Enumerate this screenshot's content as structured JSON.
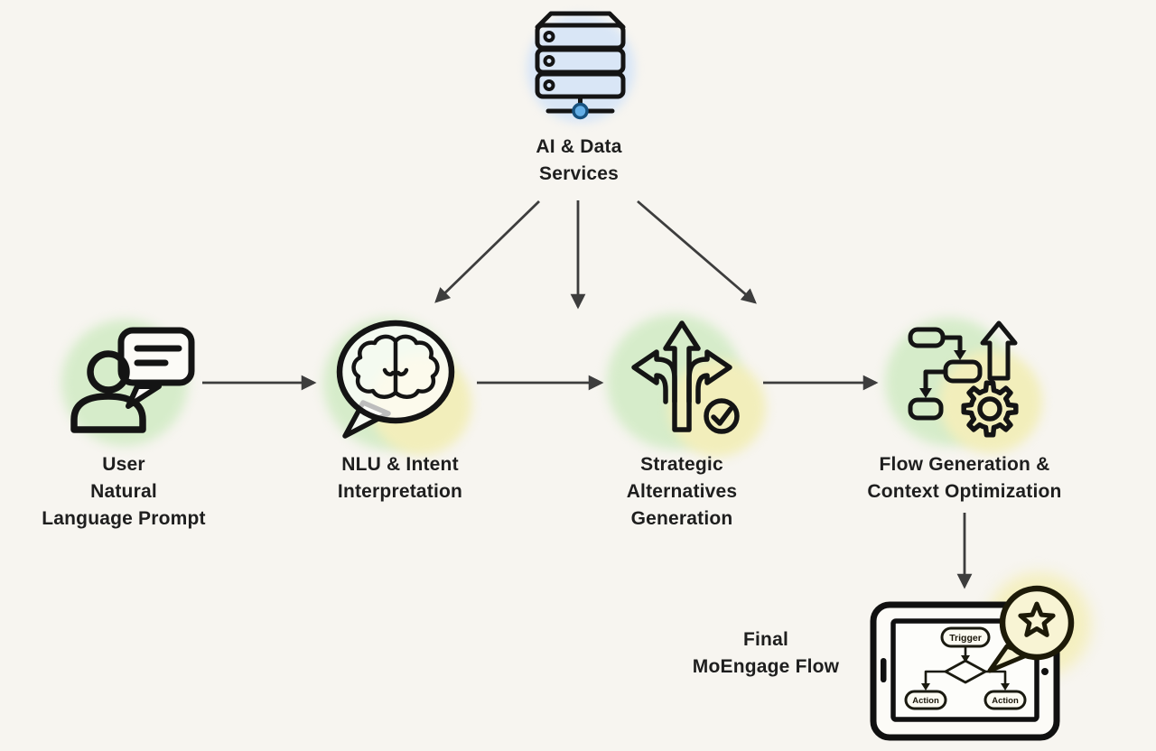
{
  "colors": {
    "background": "#f7f5f0",
    "green_blob": "#d6ecca",
    "yellow_blob": "#f2eebb",
    "blue_blob": "#d9e6f6",
    "arrow": "#3d3d3d",
    "icon_ink": "#141414",
    "server_dot_blue": "#64aee6"
  },
  "top_node": {
    "icon": "server-icon",
    "label_lines": [
      "AI & Data",
      "Services"
    ]
  },
  "stage_nodes": [
    {
      "id": "user-prompt",
      "icon": "user-chat-icon",
      "label_lines": [
        "User",
        "Natural",
        "Language Prompt"
      ]
    },
    {
      "id": "nlu-intent",
      "icon": "brain-speech-icon",
      "label_lines": [
        "NLU & Intent",
        "Interpretation"
      ]
    },
    {
      "id": "strategic-alternatives",
      "icon": "branching-arrows-check-icon",
      "label_lines": [
        "Strategic",
        "Alternatives",
        "Generation"
      ]
    },
    {
      "id": "flow-generation",
      "icon": "flowchart-gear-icon",
      "label_lines": [
        "Flow Generation &",
        "Context Optimization"
      ]
    }
  ],
  "final_node": {
    "icon": "tablet-flow-star-icon",
    "label_lines": [
      "Final",
      "MoEngage Flow"
    ],
    "tablet": {
      "trigger_label": "Trigger",
      "action_left_label": "Action",
      "action_right_label": "Action"
    }
  },
  "connections": [
    {
      "from": "ai-data-services",
      "to": "nlu-intent"
    },
    {
      "from": "ai-data-services",
      "to": "between-nlu-and-strategic"
    },
    {
      "from": "ai-data-services",
      "to": "flow-generation"
    },
    {
      "from": "user-prompt",
      "to": "nlu-intent"
    },
    {
      "from": "nlu-intent",
      "to": "strategic-alternatives"
    },
    {
      "from": "strategic-alternatives",
      "to": "flow-generation"
    },
    {
      "from": "flow-generation",
      "to": "final-moengage-flow"
    }
  ]
}
